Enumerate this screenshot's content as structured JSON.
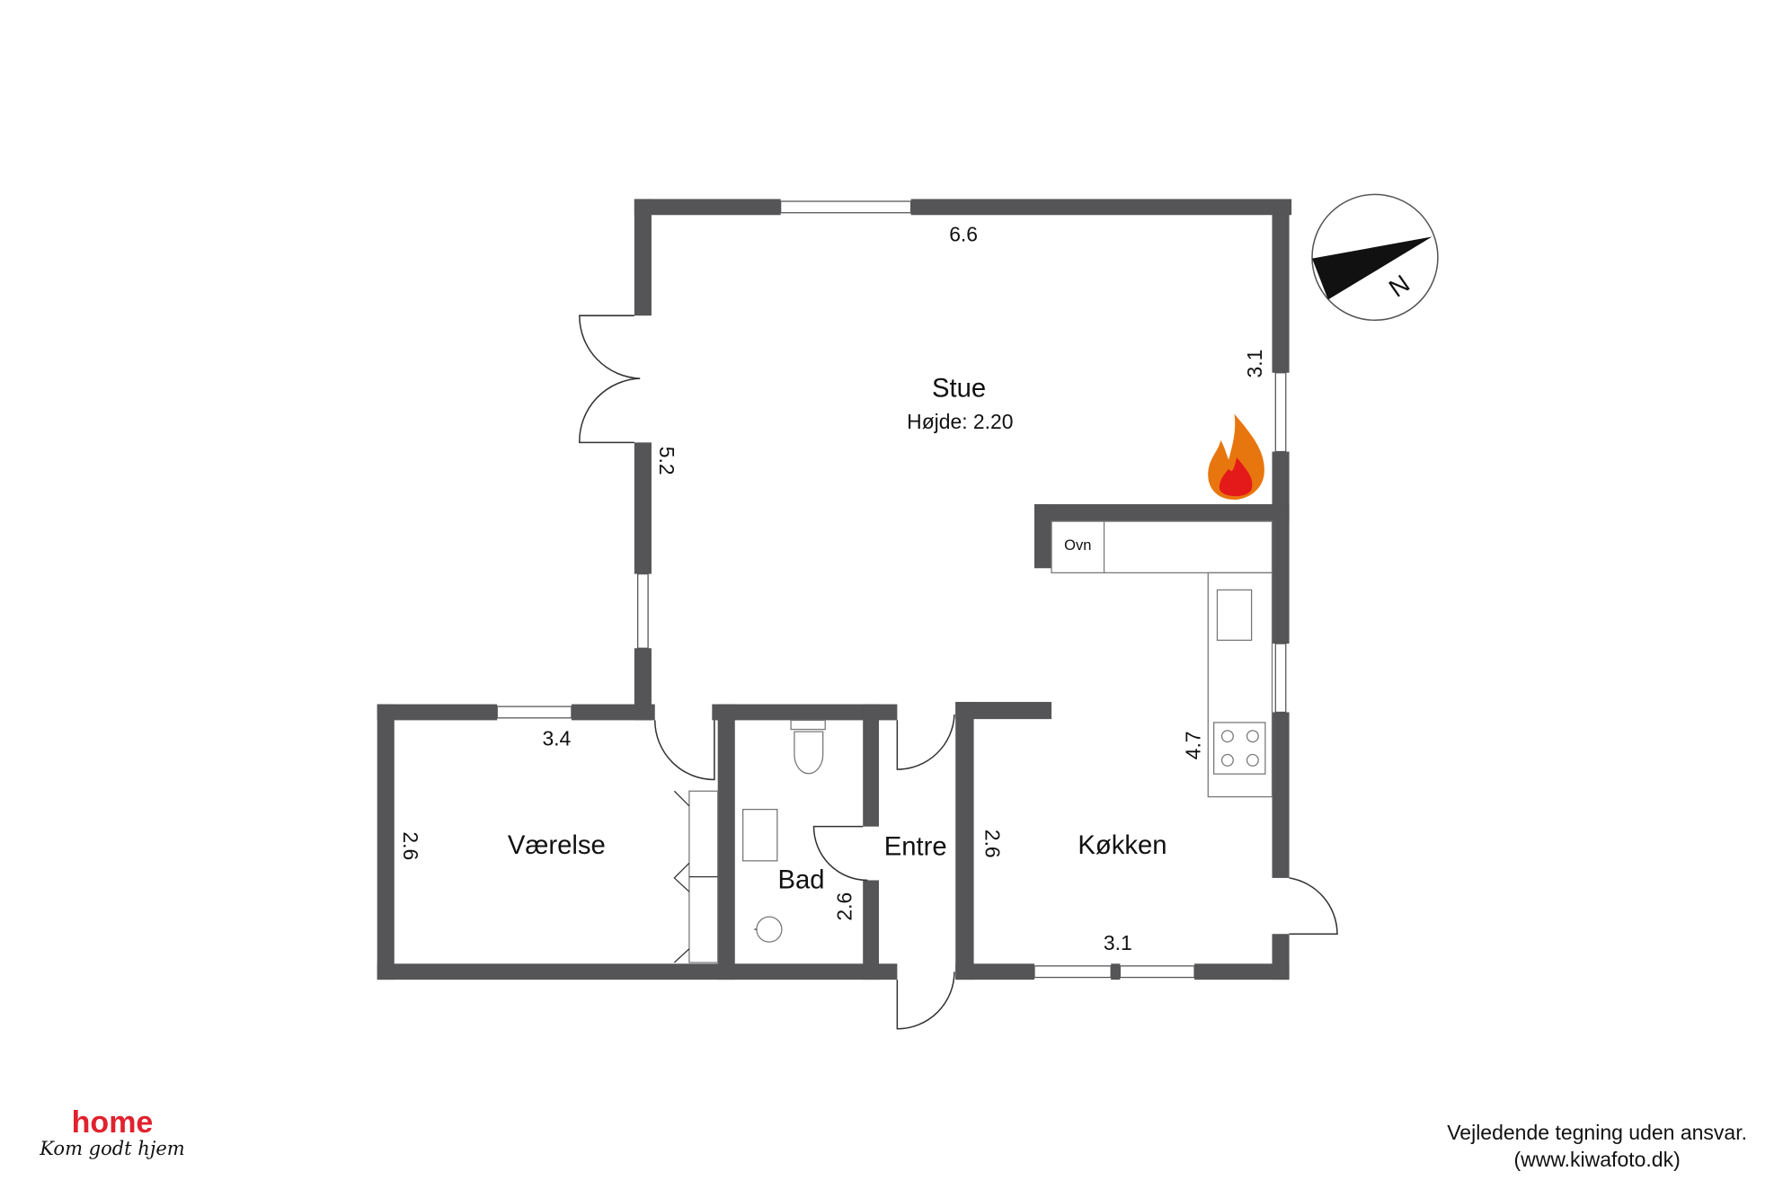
{
  "rooms": {
    "stue": {
      "name": "Stue",
      "height_label": "Højde: 2.20"
    },
    "vaerelse": {
      "name": "Værelse"
    },
    "bad": {
      "name": "Bad"
    },
    "entre": {
      "name": "Entre"
    },
    "kokken": {
      "name": "Køkken"
    }
  },
  "dimensions": {
    "stue_width": "6.6",
    "stue_right": "3.1",
    "stue_left": "5.2",
    "vaerelse_width": "3.4",
    "vaerelse_height": "2.6",
    "bad_height": "2.6",
    "kokken_left": "2.6",
    "kokken_right": "4.7",
    "kokken_width": "3.1"
  },
  "fixtures": {
    "oven": "Ovn"
  },
  "compass": {
    "label": "N"
  },
  "logo": {
    "brand": "home",
    "tagline": "Kom godt hjem"
  },
  "disclaimer": {
    "line1": "Vejledende tegning uden ansvar.",
    "line2": "(www.kiwafoto.dk)"
  }
}
